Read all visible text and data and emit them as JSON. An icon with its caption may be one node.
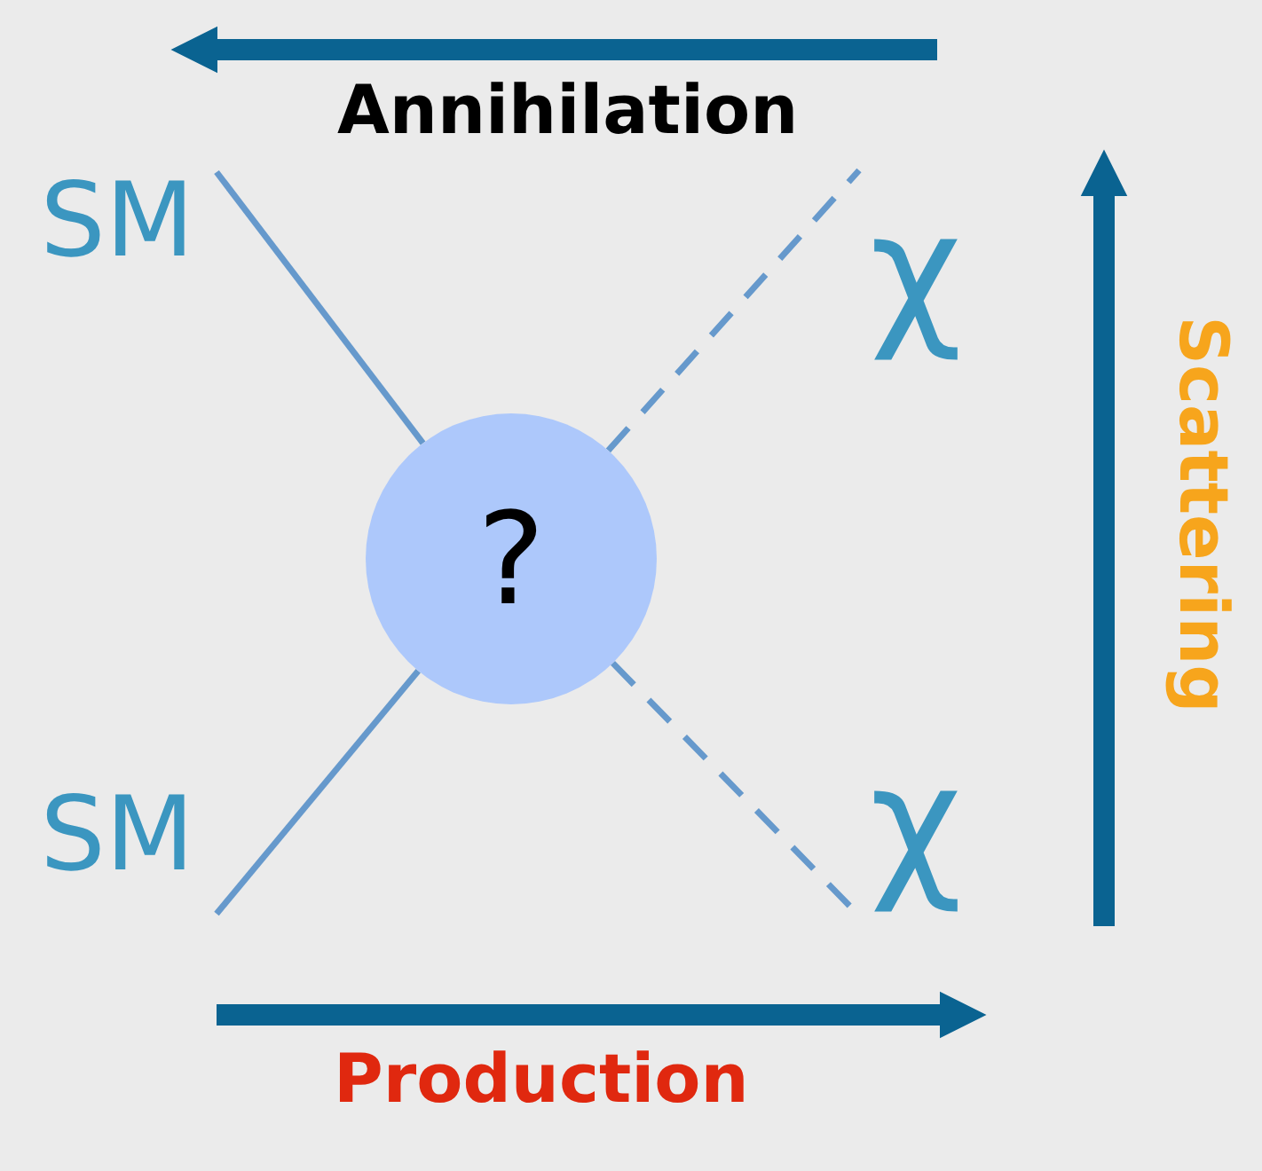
{
  "diagram": {
    "nodes": [
      {
        "text": [
          "SM"
        ]
      },
      {
        "text": [
          "χ"
        ]
      },
      {
        "text": [
          "?"
        ]
      },
      {
        "text": [
          "SM"
        ]
      },
      {
        "text": [
          "χ"
        ]
      }
    ],
    "edges": [
      {
        "from": 0,
        "to": 2,
        "arrow": "none"
      },
      {
        "from": 2,
        "to": 1,
        "arrow": "none",
        "style": "dashed"
      },
      {
        "from": 3,
        "to": 2,
        "arrow": "none"
      },
      {
        "from": 2,
        "to": 4,
        "arrow": "none",
        "style": "dashed"
      }
    ],
    "labels": [
      "Annihilation",
      "Scattering",
      "Production"
    ]
  }
}
